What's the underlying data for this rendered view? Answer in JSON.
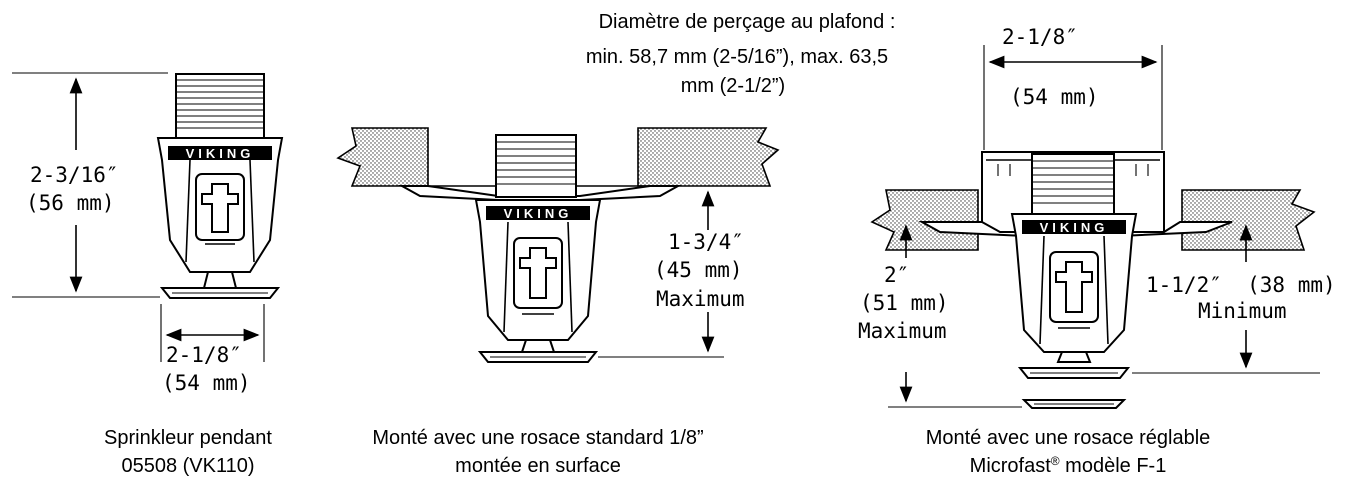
{
  "header_note": {
    "line1": "Diamètre de perçage au plafond :",
    "line2": "min. 58,7 mm (2-5/16”), max. 63,5",
    "line3": "mm (2-1/2”)"
  },
  "logo_text": "VIKING",
  "views": [
    {
      "caption_line1": "Sprinkleur pendant",
      "caption_line2": "05508 (VK110)",
      "height_dim": "2-3/16″",
      "height_metric": "(56 mm)",
      "width_dim": "2-1/8″",
      "width_metric": "(54 mm)"
    },
    {
      "caption_line1": "Monté avec une rosace standard 1/8”",
      "caption_line2": "montée en surface",
      "drop_dim": "1-3/4″",
      "drop_metric": "(45 mm)",
      "drop_label": "Maximum"
    },
    {
      "caption_line1": "Monté avec une rosace réglable",
      "caption_line2_prefix": "Microfast",
      "caption_line2_reg": "®",
      "caption_line2_suffix": " modèle F-1",
      "width_dim": "2-1/8″",
      "width_metric": "(54 mm)",
      "max_dim": "2″",
      "max_metric": "(51 mm)",
      "max_label": "Maximum",
      "min_dim": "1-1/2″  (38 mm)",
      "min_label": "Minimum"
    }
  ],
  "colors": {
    "ink": "#000000",
    "background": "#ffffff",
    "ceiling_fill": "#e4e4e4"
  }
}
